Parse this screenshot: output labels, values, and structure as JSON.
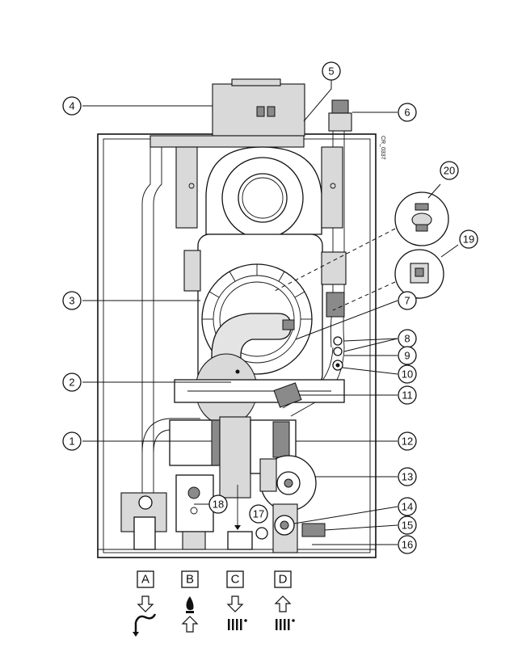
{
  "drawing_code": "CR_0337",
  "callouts": [
    {
      "number": "1"
    },
    {
      "number": "2"
    },
    {
      "number": "3"
    },
    {
      "number": "4"
    },
    {
      "number": "5"
    },
    {
      "number": "6"
    },
    {
      "number": "7"
    },
    {
      "number": "8"
    },
    {
      "number": "9"
    },
    {
      "number": "10"
    },
    {
      "number": "11"
    },
    {
      "number": "12"
    },
    {
      "number": "13"
    },
    {
      "number": "14"
    },
    {
      "number": "15"
    },
    {
      "number": "16"
    },
    {
      "number": "17"
    },
    {
      "number": "18"
    },
    {
      "number": "19"
    },
    {
      "number": "20"
    }
  ],
  "connections": [
    {
      "label": "A",
      "icon": "domestic-hot-water-outlet-icon"
    },
    {
      "label": "B",
      "icon": "gas-inlet-icon"
    },
    {
      "label": "C",
      "icon": "heating-flow-icon"
    },
    {
      "label": "D",
      "icon": "heating-return-icon"
    }
  ]
}
